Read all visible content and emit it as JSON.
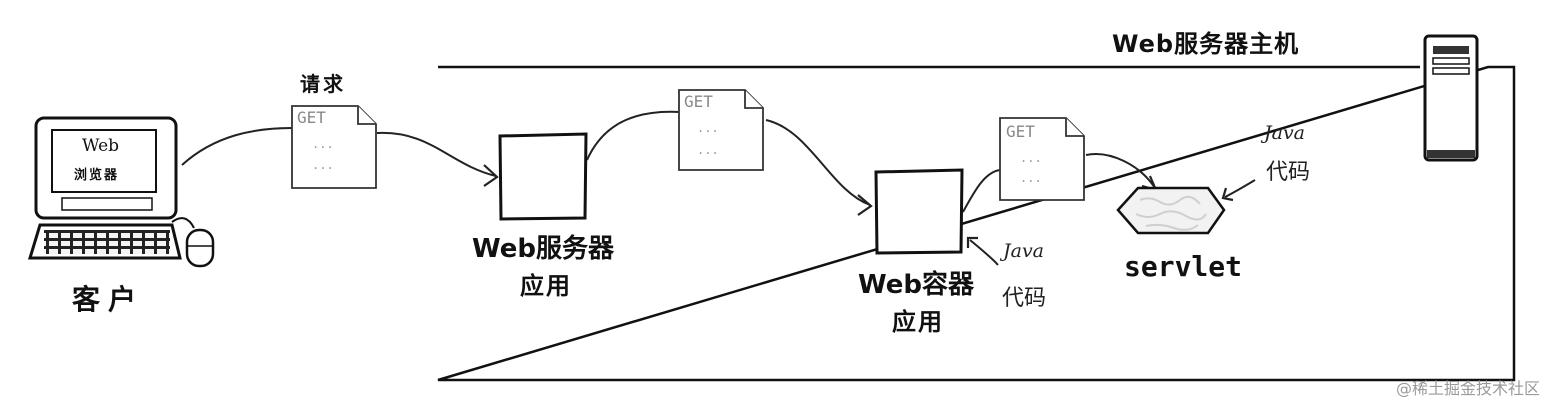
{
  "server_host_label": "Web服务器主机",
  "request_label": "请求",
  "client": {
    "screen_title": "Web",
    "screen_subtitle": "浏览器",
    "label": "客户"
  },
  "documents": [
    {
      "method": "GET",
      "line1": "...",
      "line2": "..."
    },
    {
      "method": "GET",
      "line1": "...",
      "line2": "..."
    },
    {
      "method": "GET",
      "line1": "...",
      "line2": "..."
    }
  ],
  "web_server_app": {
    "line1": "Web服务器",
    "line2": "应用"
  },
  "web_container_app": {
    "line1": "Web容器",
    "line2": "应用"
  },
  "servlet_label": "servlet",
  "java_code_1": {
    "line1": "Java",
    "line2": "代码"
  },
  "java_code_2": {
    "line1": "Java",
    "line2": "代码"
  },
  "watermark": "@稀土掘金技术社区"
}
